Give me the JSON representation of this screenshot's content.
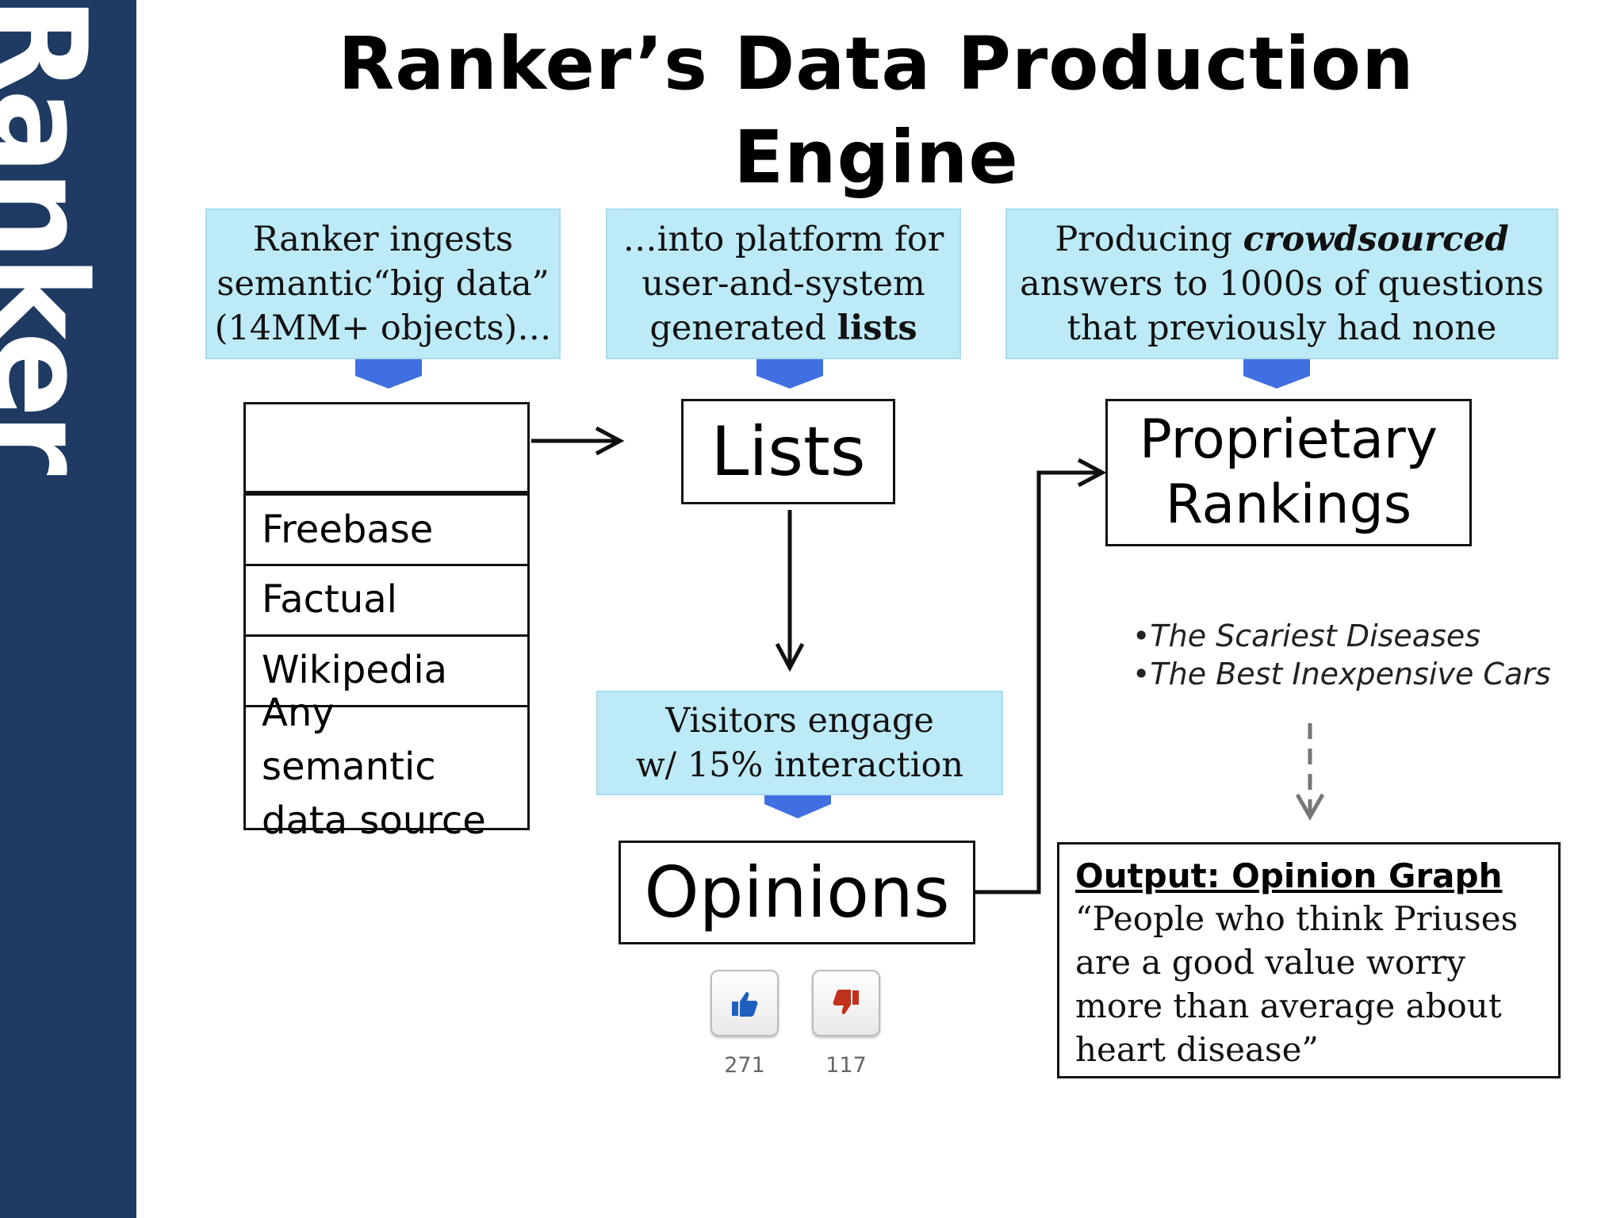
{
  "brand": "Ranker",
  "title": [
    "Ranker’s Data Production",
    "Engine"
  ],
  "callouts": {
    "ingest": [
      "Ranker ingests",
      "semantic“big data”",
      "(14MM+ objects)…"
    ],
    "platform": {
      "l1": "…into platform for",
      "l2": "user-and-system",
      "l3_pre": "generated ",
      "l3_bold": "lists"
    },
    "producing": {
      "l1_pre": "Producing ",
      "l1_em": "crowdsourced",
      "l2": "answers to 1000s of questions",
      "l3": "that previously had none"
    },
    "visitors": [
      "Visitors engage",
      "w/ 15% interaction"
    ]
  },
  "sources": [
    "Freebase",
    "Factual",
    "Wikipedia",
    "Any semantic data source"
  ],
  "boxes": {
    "lists": "Lists",
    "rankings": "Proprietary Rankings",
    "opinions": "Opinions"
  },
  "examples": [
    "•The Scariest Diseases",
    "•The Best Inexpensive Cars"
  ],
  "output": {
    "heading": "Output: Opinion Graph",
    "quote": "“People who think Priuses are a good value worry more than average about heart disease”"
  },
  "votes": {
    "up": "271",
    "down": "117"
  },
  "colors": {
    "sidebar": "#1f3a63",
    "callout": "#bdeaf7",
    "marker": "#3f6fe0",
    "thumb_up": "#1f5fbf",
    "thumb_down": "#c0301c"
  },
  "icons": {
    "up": "thumbs-up-icon",
    "down": "thumbs-down-icon"
  }
}
